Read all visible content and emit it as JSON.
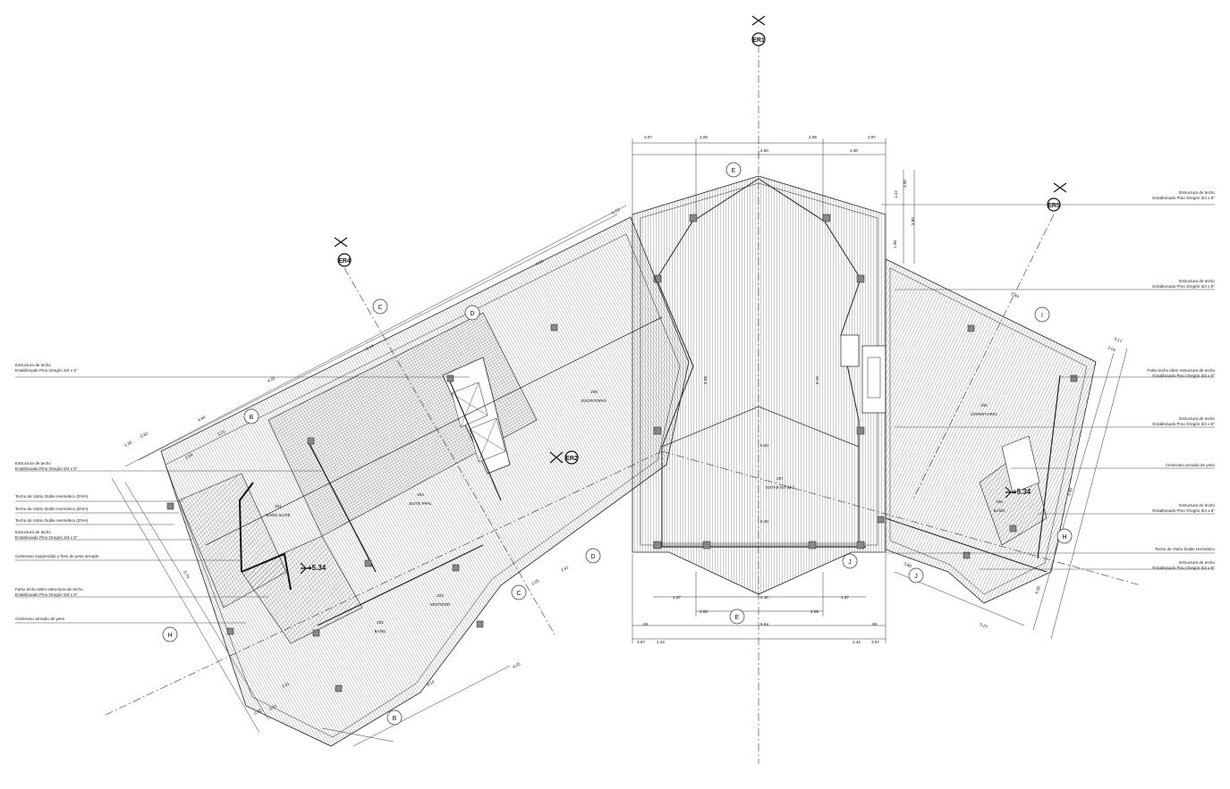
{
  "section_markers": [
    "ER1",
    "ER4",
    "ER5",
    "ER2"
  ],
  "grid_axes": {
    "e": "E",
    "c": "C",
    "b": "B",
    "h": "H",
    "i": "I",
    "j": "J",
    "d": "D"
  },
  "level_markers": [
    "+5.34",
    "+5.34"
  ],
  "room_labels": [
    {
      "num": "208",
      "name": "ESCRITORIO"
    },
    {
      "num": "206",
      "name": "DORMITORIO"
    },
    {
      "num": "207",
      "name": "ESTAR INTIMO"
    },
    {
      "num": "204",
      "name": "SUITE PPAL"
    },
    {
      "num": "201",
      "name": "BAÑO SUITE"
    },
    {
      "num": "203",
      "name": "VESTIDOR"
    },
    {
      "num": "202",
      "name": "BAÑO"
    },
    {
      "num": "205",
      "name": "BAÑO"
    }
  ],
  "notes_left": [
    {
      "line1": "Estructura de techo",
      "line2": "Entablonado Pino Oregón 3/4 x 5\""
    },
    {
      "line1": "Estructura de techo",
      "line2": "Entablonado Pino Oregón 3/4 x 5\""
    },
    {
      "line1": "Techo de Vidrio Doble Hermético (DVH)",
      "line2": ""
    },
    {
      "line1": "Techo de Vidrio Doble Hermético (DVH)",
      "line2": ""
    },
    {
      "line1": "Techo de Vidrio Doble Hermético (DVH)",
      "line2": ""
    },
    {
      "line1": "Estructura de techo",
      "line2": "Entablonado Pino Oregón 3/4 x 5\""
    },
    {
      "line1": "Cielorraso suspendido y friso de yeso armado",
      "line2": ""
    },
    {
      "line1": "Falso techo idem estructura de techo",
      "line2": "Entablonado Pino Oregón 3/4 x 5\""
    },
    {
      "line1": "Cielorraso armado de yeso",
      "line2": ""
    }
  ],
  "notes_right": [
    {
      "line1": "Estructura de techo",
      "line2": "Entablonado Pino Oregón 3/4 x 5\""
    },
    {
      "line1": "Estructura de techo",
      "line2": "Entablonado Pino Oregón 3/4 x 5\""
    },
    {
      "line1": "Falso techo idem estructura de techo",
      "line2": "Entablonado Pino Oregón 3/4 x 5\""
    },
    {
      "line1": "Estructura de techo",
      "line2": "Entablonado Pino Oregón 3/4 x 5\""
    },
    {
      "line1": "Cielorraso armado de yeso",
      "line2": ""
    },
    {
      "line1": "Estructura de techo",
      "line2": "Entablonado Pino Oregón 3/4 x 5\""
    },
    {
      "line1": "Techo de Vidrio Doble Hermético",
      "line2": ""
    },
    {
      "line1": "Estructura de techo",
      "line2": "Entablonado Pino Oregón 3/4 x 5\""
    }
  ],
  "dims": {
    "top1": "3.97",
    "top2": "2.05",
    "top3": "2.05",
    "top4": "3.97",
    "top_mid": "4.80",
    "top_r": "1.40",
    "bot1": "3.97",
    "bot2": "2.42",
    "bot3": "2.42",
    "bot4": "3.97",
    "bot_a": "2.05",
    "bot_b": "2.05",
    "bot_c": "1.27",
    "bot_d": "1.27",
    "bot_mid": "4.10",
    "bot_wide": "6.84",
    "bot_e": ".55",
    "bot_f": ".55",
    "r1": "3.00",
    "r2": "1.22",
    "r3": "3.80",
    "r4": "5.84",
    "r5": "1.98",
    "l1": "6.61",
    "l2": "6.14",
    "l3": "4.20",
    "l4": "4.44",
    "l5": "3.23",
    "l6": "2.64",
    "l7": "1.35",
    "l8": "0.81",
    "l9": "5.76",
    "l10": "6.73",
    "c1": "9.56",
    "c2": "9.26",
    "c3": "6.04",
    "c4": "8.26",
    "b1": "8.14",
    "b2": "0.61",
    "b3": "0.35",
    "b4": "1.01",
    "b5": "4.25",
    "b6": "2.41",
    "b7": "1.25",
    "b8": "3.27",
    "b9": "3.80",
    "b10": "6.00",
    "s1": "3.17",
    "s2": "3.04",
    "s3": "6.42"
  }
}
